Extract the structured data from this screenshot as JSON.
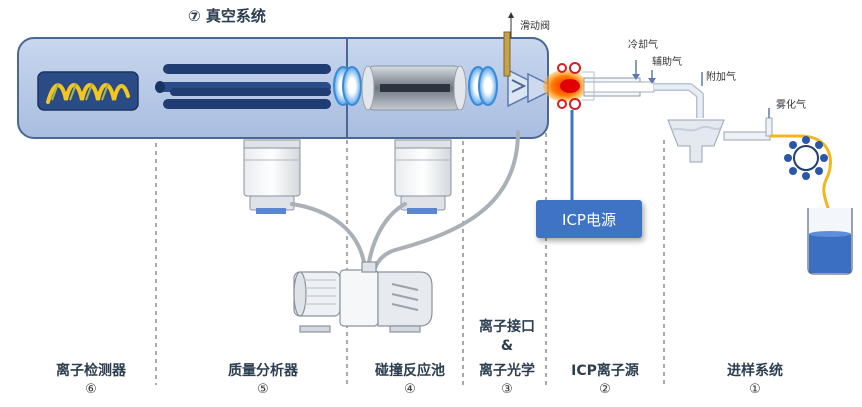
{
  "title": "⑦ 真空系统",
  "labels": {
    "slide_valve": "滑动阀",
    "cooling_gas": "冷却气",
    "auxiliary_gas": "辅助气",
    "additional_gas": "附加气",
    "nebulizer_gas": "雾化气",
    "icp_power": "ICP电源"
  },
  "sections": [
    {
      "name": "离子检测器",
      "num": "⑥"
    },
    {
      "name": "质量分析器",
      "num": "⑤"
    },
    {
      "name": "碰撞反应池",
      "num": "④"
    },
    {
      "name_line1": "离子接口",
      "name_line2": "&",
      "name_line3": "离子光学",
      "num": "③"
    },
    {
      "name": "ICP离子源",
      "num": "②"
    },
    {
      "name": "进样系统",
      "num": "①"
    }
  ],
  "colors": {
    "chamber_fill": "#b7c8e6",
    "chamber_stroke": "#4b6796",
    "rod": "#1f3d73",
    "icp_box": "#3f74c4",
    "liquid": "#3a6fc2",
    "sample_line": "#f2b61c"
  }
}
